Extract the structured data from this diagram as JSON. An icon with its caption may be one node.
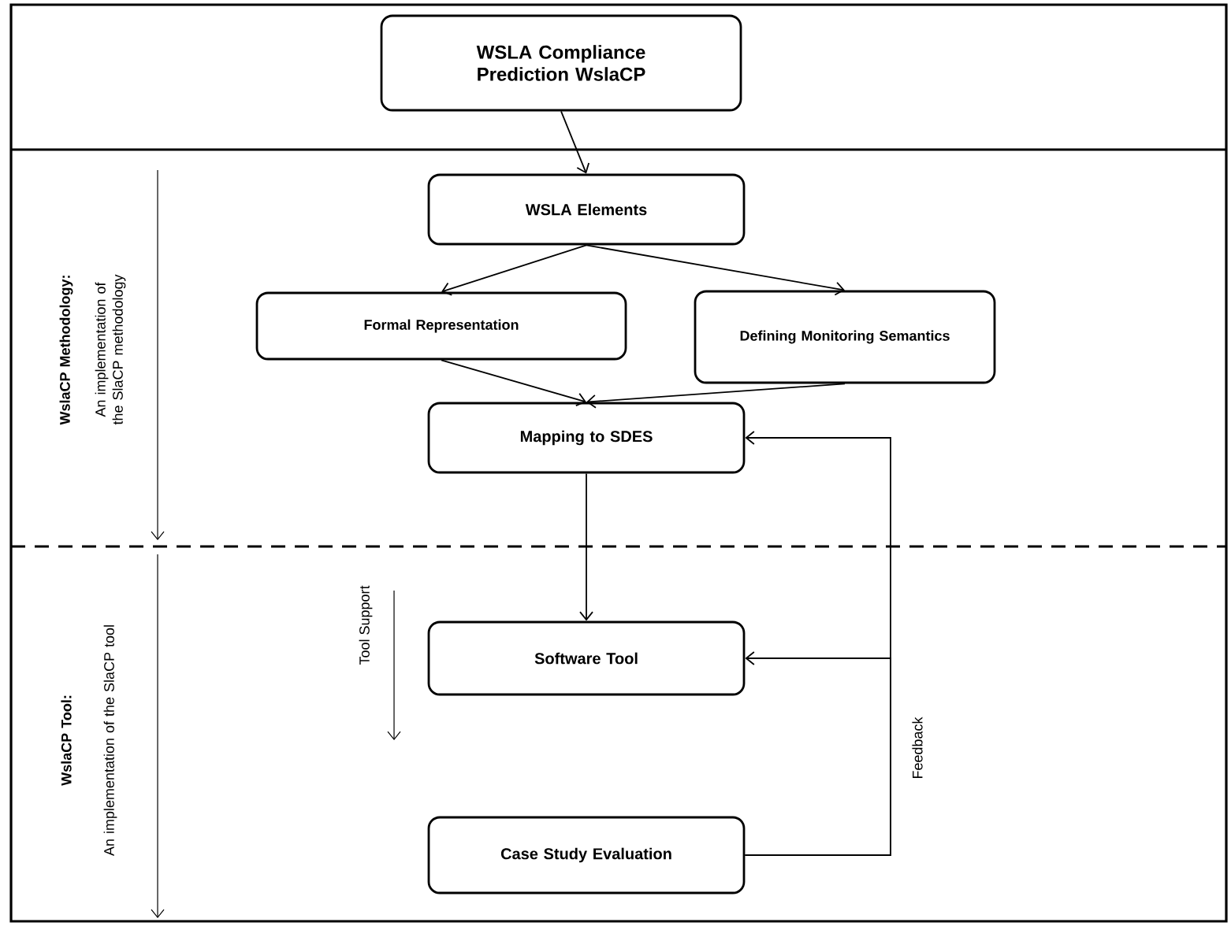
{
  "diagram": {
    "nodes": [
      {
        "text": [
          "WSLA Compliance Prediction WslaCP"
        ]
      },
      {
        "text": [
          "WSLA Elements"
        ]
      },
      {
        "text": [
          "Formal Representation"
        ]
      },
      {
        "text": [
          "Defining Monitoring Semantics"
        ]
      },
      {
        "text": [
          "Mapping to SDES"
        ]
      },
      {
        "text": [
          "Software Tool"
        ]
      },
      {
        "text": [
          "Case Study Evaluation"
        ]
      }
    ],
    "edges": [
      {
        "from": 0,
        "to": 1,
        "arrow": "to"
      },
      {
        "from": 1,
        "to": 2,
        "arrow": "to"
      },
      {
        "from": 1,
        "to": 3,
        "arrow": "to"
      },
      {
        "from": 2,
        "to": 4,
        "arrow": "to"
      },
      {
        "from": 3,
        "to": 4,
        "arrow": "to"
      },
      {
        "from": 4,
        "to": 5,
        "arrow": "to"
      },
      {
        "from": 6,
        "to": 4,
        "arrow": "to",
        "label": "Feedback"
      },
      {
        "from": 6,
        "to": 5,
        "arrow": "to"
      }
    ],
    "labels": [
      "WslaCP Methodology:",
      "An implementation of the SlaCP methodology",
      "WslaCP Tool:",
      "An implementation of the SlaCP tool",
      "Tool Support"
    ]
  }
}
